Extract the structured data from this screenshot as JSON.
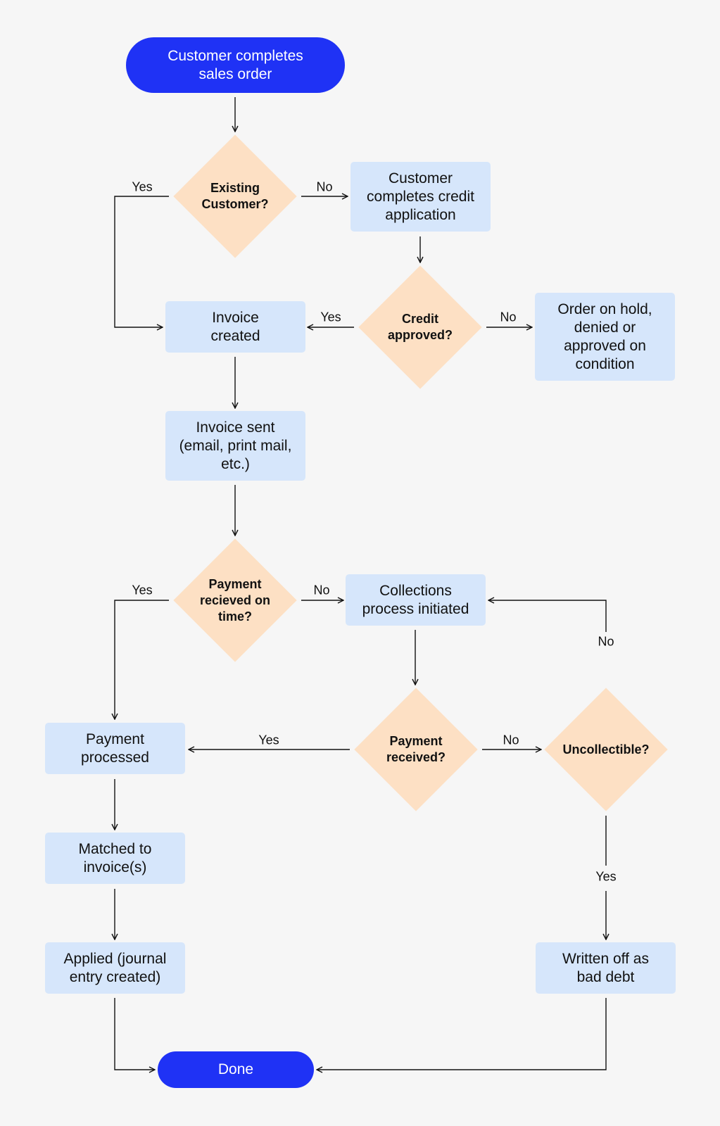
{
  "diagram": {
    "nodes": {
      "start": "Customer completes\nsales order",
      "existing_customer": "Existing\nCustomer?",
      "credit_application": "Customer\ncompletes credit\napplication",
      "credit_approved": "Credit\napproved?",
      "order_on_hold": "Order on hold,\ndenied or\napproved on\ncondition",
      "invoice_created": "Invoice\ncreated",
      "invoice_sent": "Invoice sent\n(email, print mail,\netc.)",
      "payment_on_time": "Payment\nrecieved on\ntime?",
      "collections": "Collections\nprocess initiated",
      "payment_received": "Payment\nreceived?",
      "uncollectible": "Uncollectible?",
      "payment_processed": "Payment\nprocessed",
      "matched": "Matched to\ninvoice(s)",
      "applied": "Applied (journal\nentry created)",
      "written_off": "Written off as\nbad debt",
      "done": "Done"
    },
    "edge_labels": {
      "existing_yes": "Yes",
      "existing_no": "No",
      "credit_yes": "Yes",
      "credit_no": "No",
      "ontime_yes": "Yes",
      "ontime_no": "No",
      "received_yes": "Yes",
      "received_no": "No",
      "uncollectible_no": "No",
      "uncollectible_yes": "Yes"
    },
    "colors": {
      "terminal": "#1f32f5",
      "process": "#d6e6fb",
      "decision": "#fde0c4",
      "background": "#f6f6f6",
      "line": "#111111"
    }
  }
}
